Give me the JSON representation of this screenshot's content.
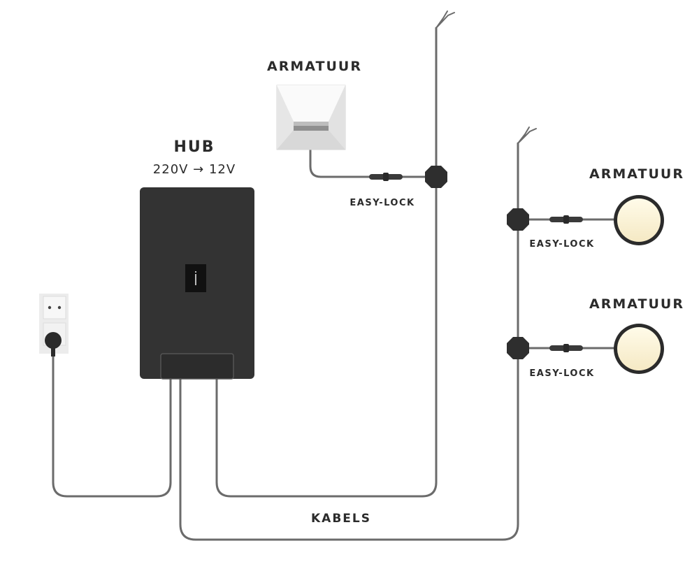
{
  "labels": {
    "fixture_top": "ARMATUUR",
    "fixture_right_1": "ARMATUUR",
    "fixture_right_2": "ARMATUUR",
    "hub_title": "HUB",
    "hub_voltage": "220V → 12V",
    "lock_1": "EASY-LOCK",
    "lock_2": "EASY-LOCK",
    "lock_3": "EASY-LOCK",
    "cables": "KABELS"
  },
  "colors": {
    "cable": "#6b6b6b",
    "hub_body": "#333333",
    "connector": "#2e2e2e",
    "lamp_face": "#fbf3dc",
    "lamp_ring": "#2b2b2b",
    "text": "#2b2b2b"
  }
}
